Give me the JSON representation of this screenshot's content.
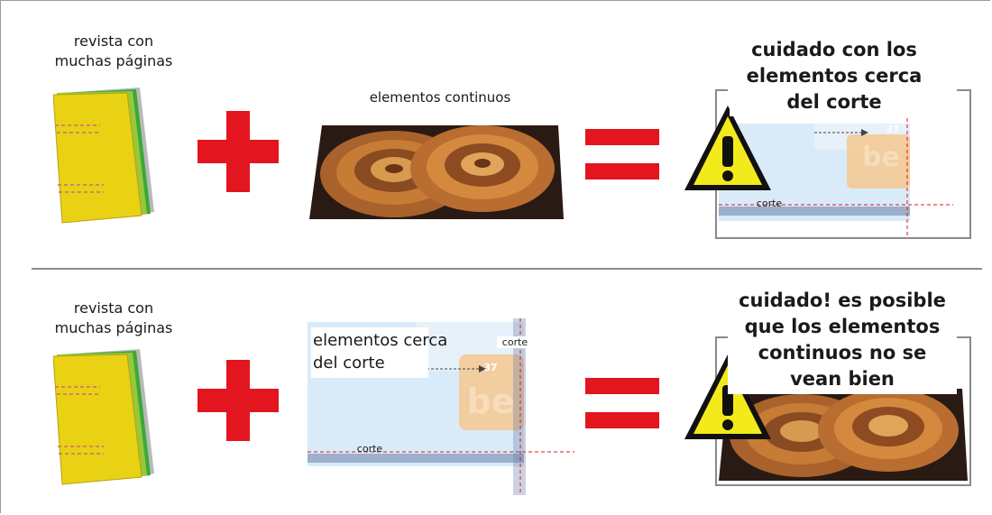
{
  "top_row": {
    "magazine_label": "revista con\nmuchas páginas",
    "photo_label": "elementos continuos",
    "warning_label": "cuidado con los\nelementos cerca\ndel corte",
    "corte_label": "corte",
    "page_number_text": "37",
    "big_letters": "be"
  },
  "bottom_row": {
    "magazine_label": "revista con\nmuchas páginas",
    "page_label": "elementos cerca\ndel corte",
    "corte_top_label": "corte",
    "corte_bottom_label": "corte",
    "page_number_text": "37",
    "big_letters": "be",
    "warning_label": "cuidado! es posible\nque los elementos\ncontinuos no se\nvean bien"
  },
  "symbols": {
    "plus": "plus-sign",
    "equals": "equals-sign",
    "warning": "warning-triangle-icon"
  },
  "colors": {
    "accent_red": "#e3151e",
    "warning_yellow": "#f2ea1a",
    "cover_yellow": "#e8d213",
    "cover_green": "#3aa93a",
    "page_blue": "#d9ebf8",
    "peach": "#f4c88f"
  }
}
